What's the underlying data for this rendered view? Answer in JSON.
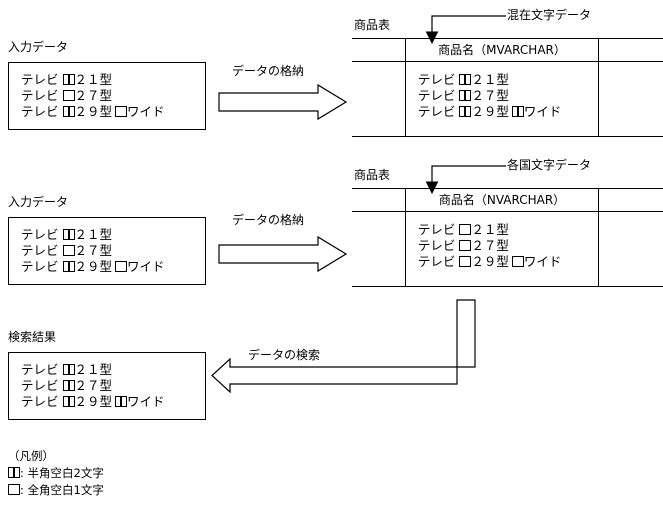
{
  "diagram": {
    "title_hidden": "",
    "sections": {
      "input1": {
        "caption": "入力データ",
        "rows": [
          {
            "prefix": "テレビ",
            "tokens": [
              "half",
              "half"
            ],
            "suffix": "２１型",
            "tail_tokens": [],
            "tail": ""
          },
          {
            "prefix": "テレビ",
            "tokens": [
              "full"
            ],
            "suffix": "２７型",
            "tail_tokens": [],
            "tail": ""
          },
          {
            "prefix": "テレビ",
            "tokens": [
              "half",
              "half"
            ],
            "suffix": "２９型",
            "tail_tokens": [
              "full"
            ],
            "tail": "ワイド"
          }
        ]
      },
      "input2": {
        "caption": "入力データ",
        "rows": [
          {
            "prefix": "テレビ",
            "tokens": [
              "half",
              "half"
            ],
            "suffix": "２１型",
            "tail_tokens": [],
            "tail": ""
          },
          {
            "prefix": "テレビ",
            "tokens": [
              "full"
            ],
            "suffix": "２７型",
            "tail_tokens": [],
            "tail": ""
          },
          {
            "prefix": "テレビ",
            "tokens": [
              "half",
              "half"
            ],
            "suffix": "２９型",
            "tail_tokens": [
              "full"
            ],
            "tail": "ワイド"
          }
        ]
      },
      "result": {
        "caption": "検索結果",
        "rows": [
          {
            "prefix": "テレビ",
            "tokens": [
              "half",
              "half"
            ],
            "suffix": "２１型",
            "tail_tokens": [],
            "tail": ""
          },
          {
            "prefix": "テレビ",
            "tokens": [
              "half",
              "half"
            ],
            "suffix": "２７型",
            "tail_tokens": [],
            "tail": ""
          },
          {
            "prefix": "テレビ",
            "tokens": [
              "half",
              "half"
            ],
            "suffix": "２９型",
            "tail_tokens": [
              "half",
              "half"
            ],
            "tail": "ワイド"
          }
        ]
      }
    },
    "tables": [
      {
        "caption": "商品表",
        "annotation": "混在文字データ",
        "column_header": "商品名（MVARCHAR）",
        "rows": [
          {
            "prefix": "テレビ",
            "tokens": [
              "half",
              "half"
            ],
            "suffix": "２１型",
            "tail_tokens": [],
            "tail": ""
          },
          {
            "prefix": "テレビ",
            "tokens": [
              "half",
              "half"
            ],
            "suffix": "２７型",
            "tail_tokens": [],
            "tail": ""
          },
          {
            "prefix": "テレビ",
            "tokens": [
              "half",
              "half"
            ],
            "suffix": "２９型",
            "tail_tokens": [
              "half",
              "half"
            ],
            "tail": "ワイド"
          }
        ]
      },
      {
        "caption": "商品表",
        "annotation": "各国文字データ",
        "column_header": "商品名（NVARCHAR）",
        "rows": [
          {
            "prefix": "テレビ",
            "tokens": [
              "full"
            ],
            "suffix": "２１型",
            "tail_tokens": [],
            "tail": ""
          },
          {
            "prefix": "テレビ",
            "tokens": [
              "full"
            ],
            "suffix": "２７型",
            "tail_tokens": [],
            "tail": ""
          },
          {
            "prefix": "テレビ",
            "tokens": [
              "full"
            ],
            "suffix": "２９型",
            "tail_tokens": [
              "full"
            ],
            "tail": "ワイド"
          }
        ]
      }
    ],
    "arrows": [
      {
        "label": "データの格納",
        "direction": "right"
      },
      {
        "label": "データの格納",
        "direction": "right"
      },
      {
        "label": "データの検索",
        "direction": "left"
      }
    ],
    "legend": {
      "title": "（凡例）",
      "entries": [
        {
          "tokens": [
            "half",
            "half"
          ],
          "text": ": 半角空白2文字"
        },
        {
          "tokens": [
            "full"
          ],
          "text": ": 全角空白1文字"
        }
      ]
    },
    "colors": {
      "stroke": "#000000",
      "background": "#ffffff"
    }
  }
}
